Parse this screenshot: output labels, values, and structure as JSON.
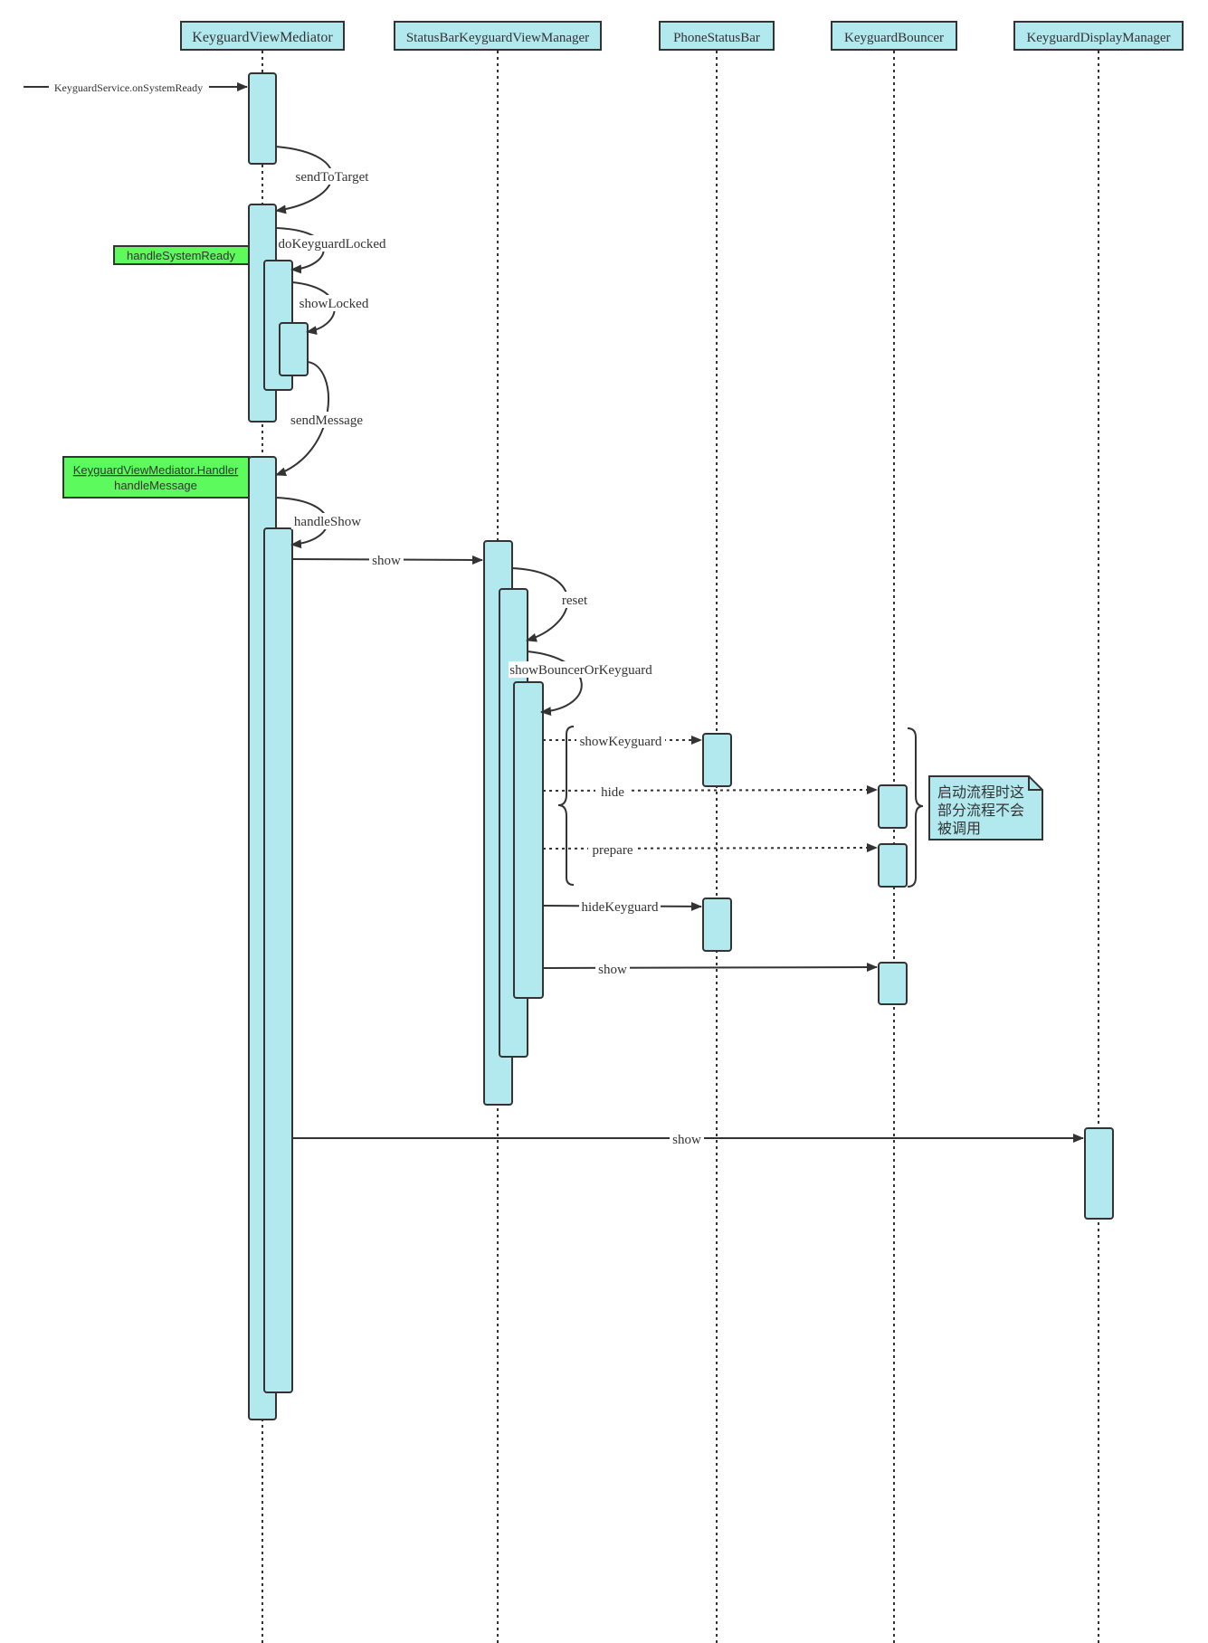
{
  "lifelines": [
    {
      "name": "KeyguardViewMediator"
    },
    {
      "name": "StatusBarKeyguardViewManager"
    },
    {
      "name": "PhoneStatusBar"
    },
    {
      "name": "KeyguardBouncer"
    },
    {
      "name": "KeyguardDisplayManager"
    }
  ],
  "messages": {
    "entry": "KeyguardService.onSystemReady",
    "send_to_target": "sendToTarget",
    "do_keyguard_locked": "doKeyguardLocked",
    "show_locked": "showLocked",
    "send_message": "sendMessage",
    "handle_show": "handleShow",
    "show_to_sbkvm": "show",
    "reset": "reset",
    "show_bouncer_or_keyguard": "showBouncerOrKeyguard",
    "show_keyguard": "showKeyguard",
    "hide": "hide",
    "prepare": "prepare",
    "hide_keyguard": "hideKeyguard",
    "show_to_bouncer": "show",
    "show_to_display_manager": "show"
  },
  "labels": {
    "handle_system_ready": "handleSystemReady",
    "handler_line1": "KeyguardViewMediator.Handler",
    "handler_line2": "handleMessage"
  },
  "note": {
    "line1": "启动流程时这",
    "line2": "部分流程不会",
    "line3": "被调用"
  },
  "colors": {
    "box_fill": "#b2e9ef",
    "label_green": "#5dfa5d",
    "stroke": "#333333"
  }
}
